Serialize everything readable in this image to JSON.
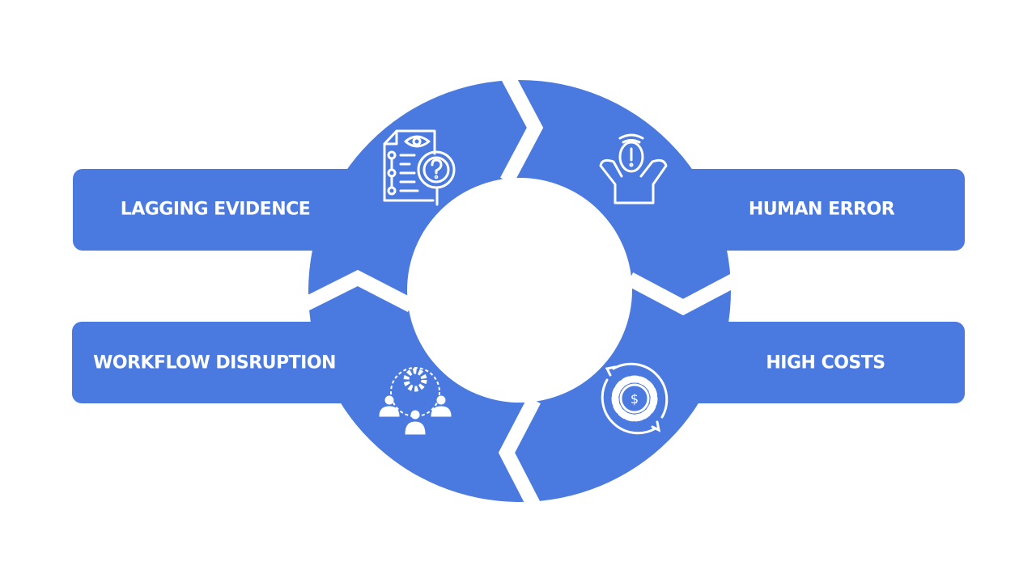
{
  "colors": {
    "accent": "#4a7ae0",
    "background": "#ffffff"
  },
  "segments": [
    {
      "label": "LAGGING EVIDENCE",
      "icon": "document-search-icon"
    },
    {
      "label": "HUMAN ERROR",
      "icon": "stressed-person-icon"
    },
    {
      "label": "WORKFLOW DISRUPTION",
      "icon": "team-gear-icon"
    },
    {
      "label": "HIGH COSTS",
      "icon": "cost-gear-icon"
    }
  ]
}
